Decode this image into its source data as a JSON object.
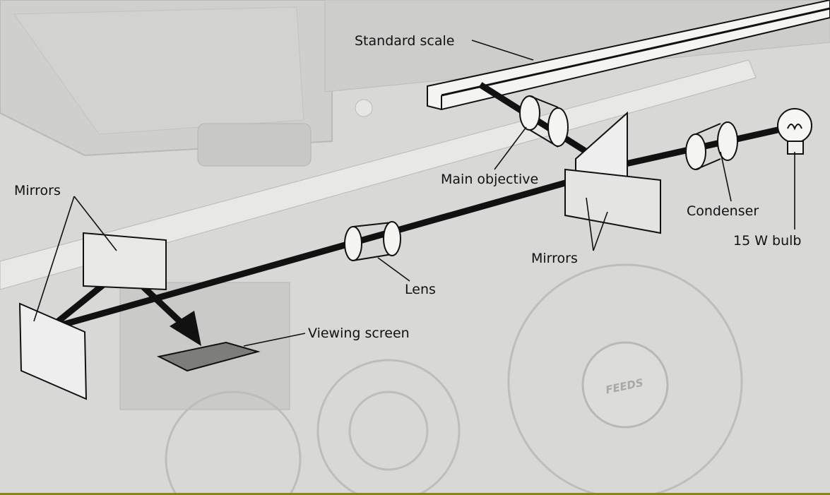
{
  "labels": {
    "standard_scale": "Standard scale",
    "main_objective": "Main objective",
    "mirrors_left": "Mirrors",
    "mirrors_right": "Mirrors",
    "condenser": "Condenser",
    "bulb": "15 W bulb",
    "lens": "Lens",
    "viewing_screen": "Viewing screen"
  },
  "machine": {
    "wheel_text": "FEEDS"
  },
  "colors": {
    "background": "#d9d9d7",
    "beam": "#111111",
    "bottom_rule": "#8a8420"
  }
}
